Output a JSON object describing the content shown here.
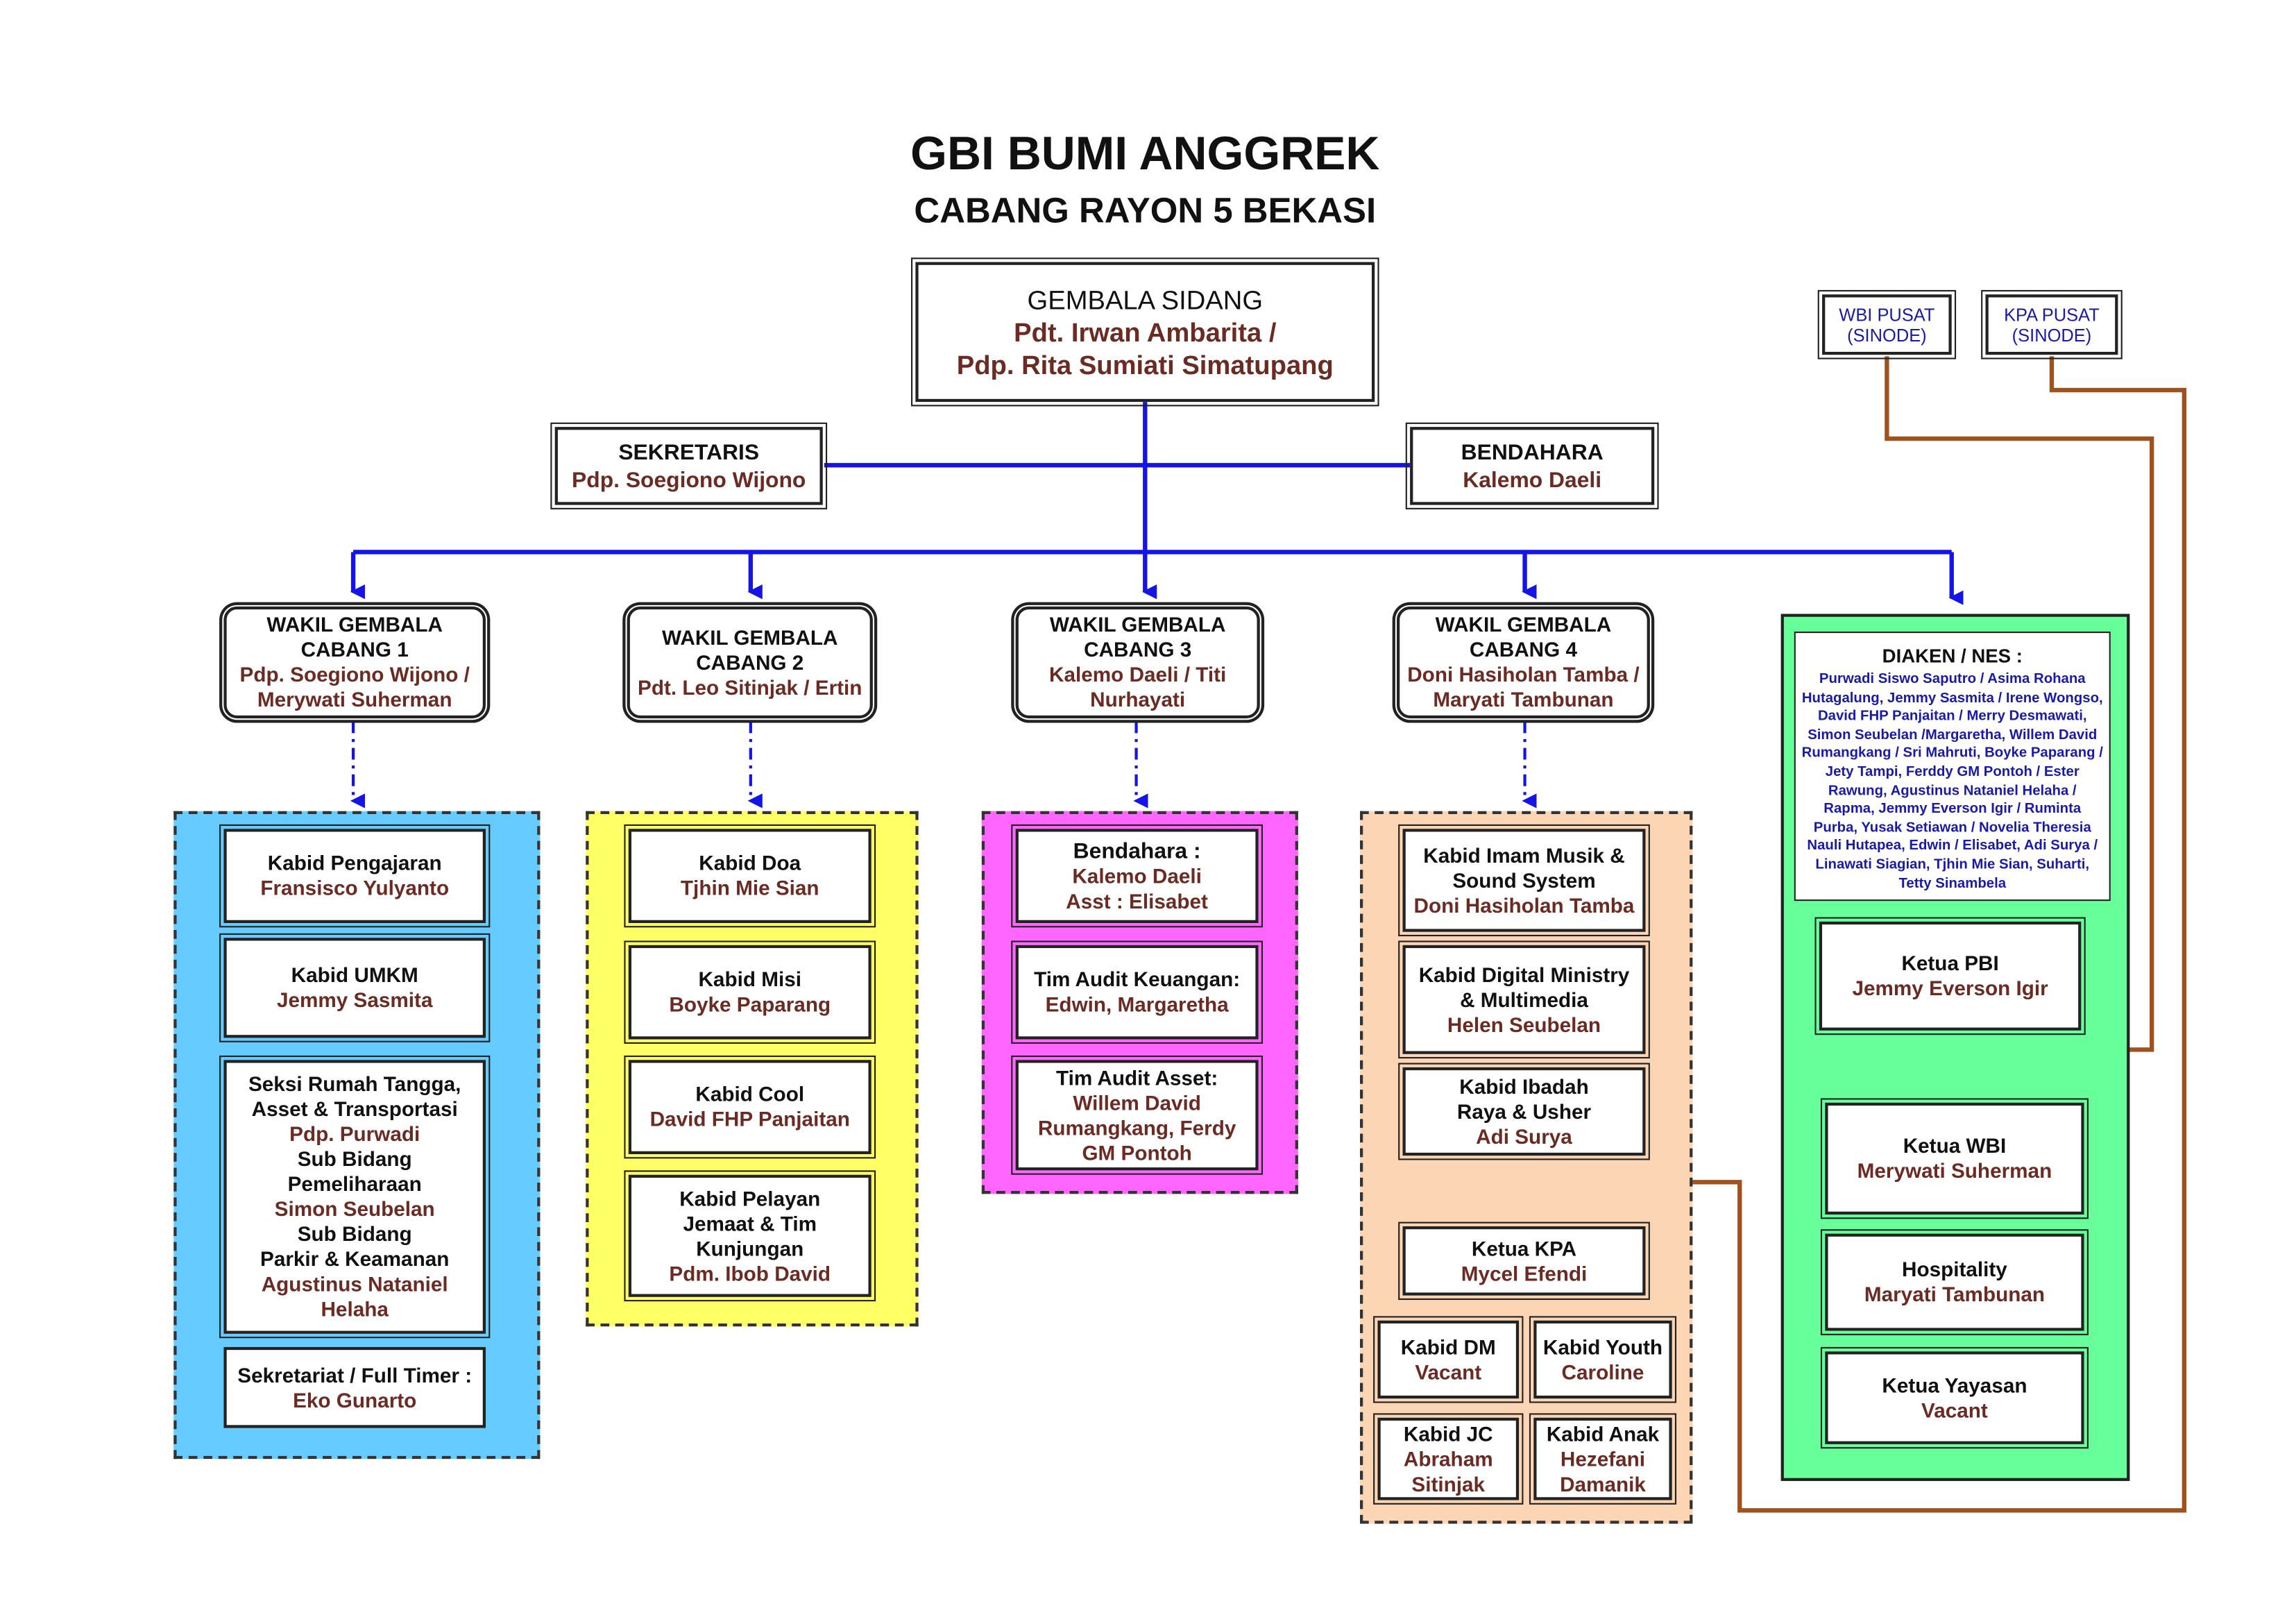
{
  "header": {
    "title": "GBI BUMI ANGGREK",
    "subtitle": "CABANG RAYON 5 BEKASI"
  },
  "colors": {
    "blue_line": "#1414e6",
    "brown_line": "#a0521e",
    "name_text": "#6b2a22",
    "region_blue": "#66ccff",
    "region_yellow": "#ffff66",
    "region_magenta": "#ff66ff",
    "region_peach": "#fcd5b4",
    "region_green": "#66ff99"
  },
  "gembala": {
    "role": "GEMBALA SIDANG",
    "name1": "Pdt. Irwan Ambarita /",
    "name2": "Pdp. Rita Sumiati Simatupang"
  },
  "sekretaris": {
    "role": "SEKRETARIS",
    "name": "Pdp. Soegiono Wijono"
  },
  "bendahara": {
    "role": "BENDAHARA",
    "name": "Kalemo Daeli"
  },
  "wbi_pusat": {
    "line1": "WBI PUSAT",
    "line2": "(SINODE)"
  },
  "kpa_pusat": {
    "line1": "KPA PUSAT",
    "line2": "(SINODE)"
  },
  "wakil": [
    {
      "l1": "WAKIL GEMBALA",
      "l2": "CABANG 1",
      "n1": "Pdp. Soegiono Wijono /",
      "n2": "Merywati Suherman"
    },
    {
      "l1": "WAKIL GEMBALA",
      "l2": "CABANG 2",
      "n1": "Pdt. Leo Sitinjak / Ertin"
    },
    {
      "l1": "WAKIL GEMBALA",
      "l2": "CABANG 3",
      "n1": "Kalemo Daeli / Titi",
      "n2": "Nurhayati"
    },
    {
      "l1": "WAKIL GEMBALA",
      "l2": "CABANG 4",
      "n1": "Doni Hasiholan Tamba /",
      "n2": "Maryati Tambunan"
    }
  ],
  "cab1": [
    {
      "l1": "Kabid Pengajaran",
      "n1": "Fransisco Yulyanto"
    },
    {
      "l1": "Kabid UMKM",
      "n1": "Jemmy Sasmita"
    },
    {
      "l1": "Seksi Rumah Tangga,",
      "l2": "Asset & Transportasi",
      "n1": "Pdp. Purwadi",
      "l3": "Sub Bidang",
      "l4": "Pemeliharaan",
      "n2": "Simon Seubelan",
      "l5": "Sub Bidang",
      "l6": "Parkir & Keamanan",
      "n3": "Agustinus Nataniel",
      "n4": "Helaha"
    },
    {
      "l1": "Sekretariat / Full Timer :",
      "n1": "Eko Gunarto"
    }
  ],
  "cab2": [
    {
      "l1": "Kabid Doa",
      "n1": "Tjhin Mie Sian"
    },
    {
      "l1": "Kabid Misi",
      "n1": "Boyke Paparang"
    },
    {
      "l1": "Kabid Cool",
      "n1": "David FHP Panjaitan"
    },
    {
      "l1": "Kabid Pelayan",
      "l2": "Jemaat & Tim",
      "l3": "Kunjungan",
      "n1": "Pdm. Ibob David"
    }
  ],
  "cab3": [
    {
      "l1": "Bendahara :",
      "n1": "Kalemo Daeli",
      "n2": "Asst : Elisabet"
    },
    {
      "l1": "Tim Audit Keuangan:",
      "n1": "Edwin, Margaretha"
    },
    {
      "l1": "Tim Audit Asset:",
      "n1": "Willem David",
      "n2": "Rumangkang, Ferdy",
      "n3": "GM Pontoh"
    }
  ],
  "cab4": [
    {
      "l1": "Kabid Imam Musik &",
      "l2": "Sound System",
      "n1": "Doni Hasiholan Tamba"
    },
    {
      "l1": "Kabid Digital Ministry",
      "l2": "& Multimedia",
      "n1": "Helen Seubelan"
    },
    {
      "l1": "Kabid Ibadah",
      "l2": "Raya & Usher",
      "n1": "Adi Surya"
    },
    {
      "l1": "Ketua KPA",
      "n1": "Mycel Efendi"
    },
    {
      "l1": "Kabid DM",
      "n1": "Vacant"
    },
    {
      "l1": "Kabid Youth",
      "n1": "Caroline"
    },
    {
      "l1": "Kabid JC",
      "n1": "Abraham",
      "n2": "Sitinjak"
    },
    {
      "l1": "Kabid Anak",
      "n1": "Hezefani",
      "n2": "Damanik"
    }
  ],
  "diaken": {
    "title": "DIAKEN / NES :",
    "names": "Purwadi Siswo Saputro / Asima Rohana Hutagalung, Jemmy Sasmita / Irene Wongso, David FHP Panjaitan / Merry Desmawati, Simon Seubelan /Margaretha, Willem David Rumangkang / Sri Mahruti, Boyke Paparang / Jety Tampi, Ferddy GM Pontoh / Ester Rawung, Agustinus Nataniel Helaha / Rapma, Jemmy Everson Igir / Ruminta Purba, Yusak Setiawan / Novelia Theresia Nauli Hutapea, Edwin / Elisabet, Adi Surya / Linawati Siagian, Tjhin Mie Sian, Suharti, Tetty Sinambela"
  },
  "cab5": [
    {
      "l1": "Ketua PBI",
      "n1": "Jemmy Everson Igir"
    },
    {
      "l1": "Ketua WBI",
      "n1": "Merywati Suherman"
    },
    {
      "l1": "Hospitality",
      "n1": "Maryati Tambunan"
    },
    {
      "l1": "Ketua Yayasan",
      "n1": "Vacant"
    }
  ]
}
